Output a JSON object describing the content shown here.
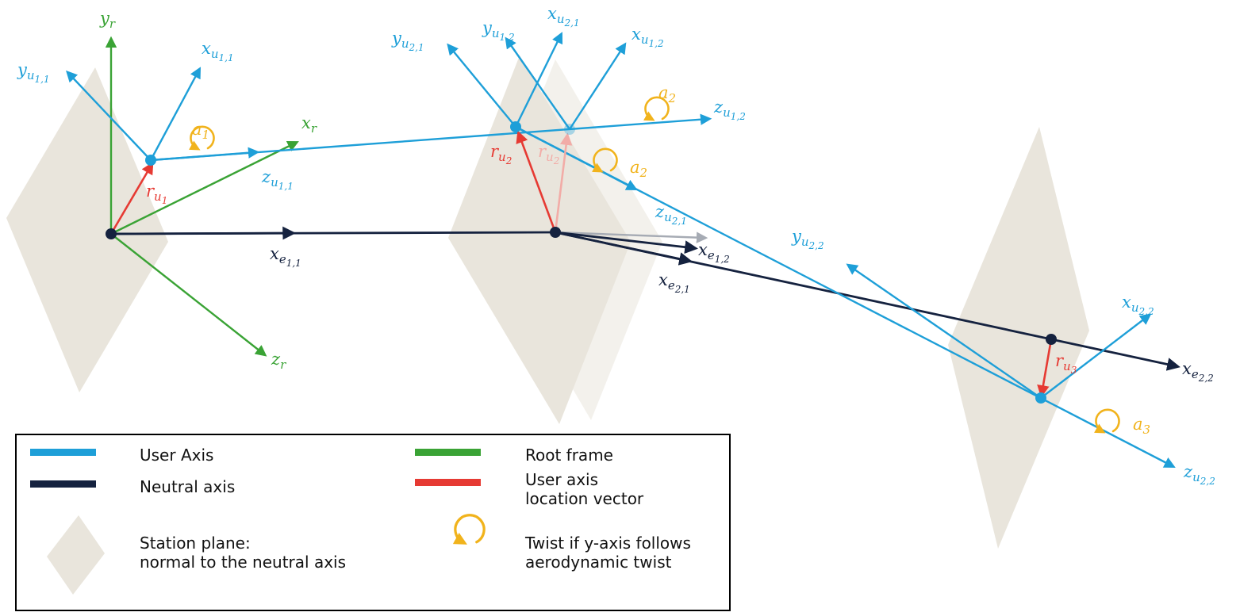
{
  "figure": {
    "description": "Coordinate systems diagram: user axes, neutral axes, root frame, station planes and twist arrows along two elements"
  },
  "colors": {
    "user_axis": "#1e9fd8",
    "user_axis_faded": "#b7dcef",
    "root_frame": "#3aa335",
    "neutral_axis": "#15223f",
    "neutral_axis_faded": "#a6abb4",
    "location_vector": "#e63a33",
    "location_vector_faded": "#f2aca7",
    "twist": "#f1b31c",
    "station_plane": "#e9e5dc"
  },
  "labels": {
    "y_r": {
      "main": "y",
      "sub": "r",
      "subsub": ""
    },
    "x_r": {
      "main": "x",
      "sub": "r",
      "subsub": ""
    },
    "z_r": {
      "main": "z",
      "sub": "r",
      "subsub": ""
    },
    "y_u11": {
      "main": "y",
      "sub": "u",
      "subsub": "1,1"
    },
    "x_u11": {
      "main": "x",
      "sub": "u",
      "subsub": "1,1"
    },
    "z_u11": {
      "main": "z",
      "sub": "u",
      "subsub": "1,1"
    },
    "y_u21": {
      "main": "y",
      "sub": "u",
      "subsub": "2,1"
    },
    "x_u21": {
      "main": "x",
      "sub": "u",
      "subsub": "2,1"
    },
    "z_u21": {
      "main": "z",
      "sub": "u",
      "subsub": "2,1"
    },
    "y_u12": {
      "main": "y",
      "sub": "u",
      "subsub": "1,2"
    },
    "x_u12": {
      "main": "x",
      "sub": "u",
      "subsub": "1,2"
    },
    "z_u12": {
      "main": "z",
      "sub": "u",
      "subsub": "1,2"
    },
    "y_u22": {
      "main": "y",
      "sub": "u",
      "subsub": "2,2"
    },
    "x_u22": {
      "main": "x",
      "sub": "u",
      "subsub": "2,2"
    },
    "z_u22": {
      "main": "z",
      "sub": "u",
      "subsub": "2,2"
    },
    "x_e11": {
      "main": "x",
      "sub": "e",
      "subsub": "1,1"
    },
    "x_e12": {
      "main": "x",
      "sub": "e",
      "subsub": "1,2"
    },
    "x_e21": {
      "main": "x",
      "sub": "e",
      "subsub": "2,1"
    },
    "x_e22": {
      "main": "x",
      "sub": "e",
      "subsub": "2,2"
    },
    "r_u1": {
      "main": "r",
      "sub": "u",
      "subsub": "1"
    },
    "r_u2": {
      "main": "r",
      "sub": "u",
      "subsub": "2"
    },
    "r_u3": {
      "main": "r",
      "sub": "u",
      "subsub": "3"
    },
    "a_1": {
      "main": "a",
      "sub": "1",
      "subsub": ""
    },
    "a_2": {
      "main": "a",
      "sub": "2",
      "subsub": ""
    },
    "a_3": {
      "main": "a",
      "sub": "3",
      "subsub": ""
    }
  },
  "legend": {
    "items": [
      {
        "id": "user-axis",
        "label_lines": [
          "User Axis"
        ]
      },
      {
        "id": "neutral-axis",
        "label_lines": [
          "Neutral axis"
        ]
      },
      {
        "id": "station-plane",
        "label_lines": [
          "Station plane:",
          "normal to the neutral axis"
        ]
      },
      {
        "id": "root-frame",
        "label_lines": [
          "Root frame"
        ]
      },
      {
        "id": "location-vector",
        "label_lines": [
          "User axis",
          "location vector"
        ]
      },
      {
        "id": "twist",
        "label_lines": [
          "Twist if y-axis follows",
          "aerodynamic twist"
        ]
      }
    ]
  }
}
